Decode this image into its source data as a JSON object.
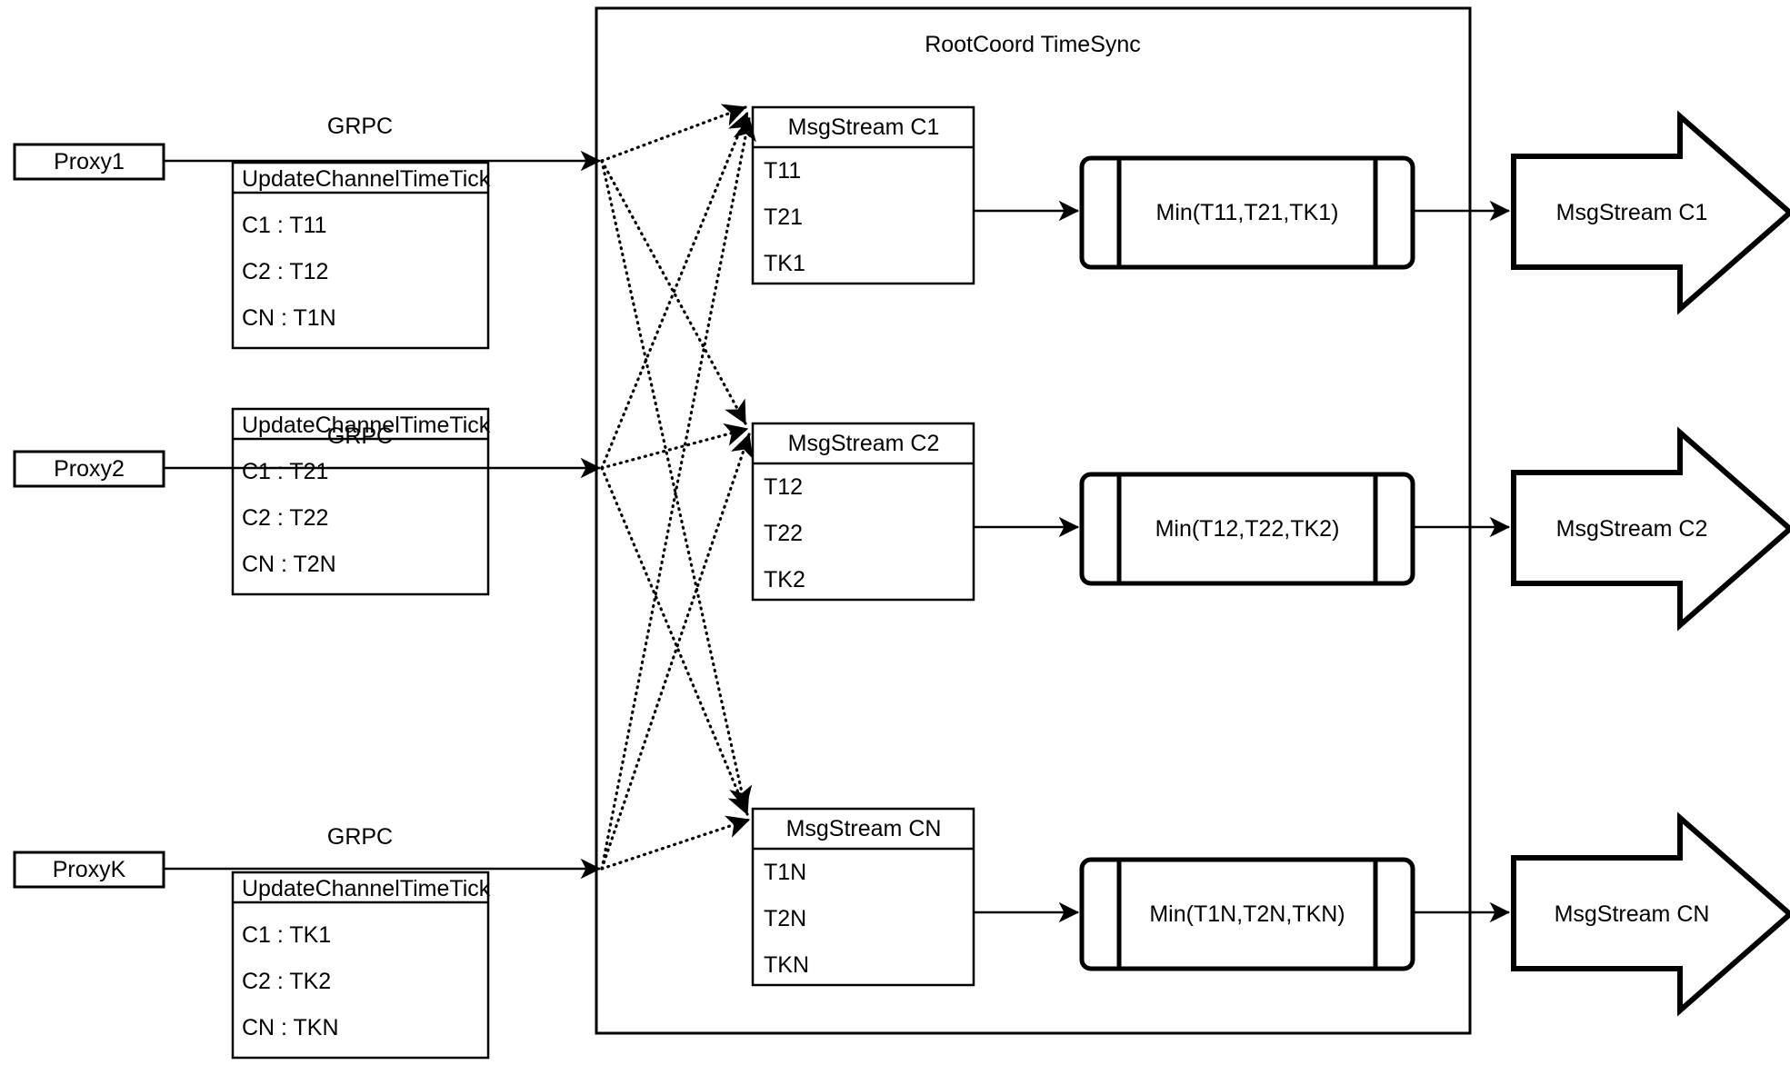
{
  "container": {
    "title": "RootCoord TimeSync"
  },
  "proxies": [
    {
      "name": "Proxy1",
      "link_label": "GRPC",
      "message": {
        "header": "UpdateChannelTimeTick",
        "rows": [
          "C1 :  T11",
          "C2 :  T12",
          "CN : T1N"
        ]
      }
    },
    {
      "name": "Proxy2",
      "link_label": "GRPC",
      "message": {
        "header": "UpdateChannelTimeTick",
        "rows": [
          "C1 :  T21",
          "C2 :  T22",
          "CN : T2N"
        ]
      }
    },
    {
      "name": "ProxyK",
      "link_label": "GRPC",
      "message": {
        "header": "UpdateChannelTimeTick",
        "rows": [
          "C1 :  TK1",
          "C2 :  TK2",
          "CN : TKN"
        ]
      }
    }
  ],
  "channels": [
    {
      "stream_header": "MsgStream C1",
      "stream_rows": [
        "T11",
        "T21",
        "TK1"
      ],
      "min_label": "Min(T11,T21,TK1)",
      "output_label": "MsgStream C1"
    },
    {
      "stream_header": "MsgStream C2",
      "stream_rows": [
        "T12",
        "T22",
        "TK2"
      ],
      "min_label": "Min(T12,T22,TK2)",
      "output_label": "MsgStream C2"
    },
    {
      "stream_header": "MsgStream CN",
      "stream_rows": [
        "T1N",
        "T2N",
        "TKN"
      ],
      "min_label": "Min(T1N,T2N,TKN)",
      "output_label": "MsgStream CN"
    }
  ],
  "colors": {
    "stroke": "#000000",
    "background": "#ffffff"
  }
}
